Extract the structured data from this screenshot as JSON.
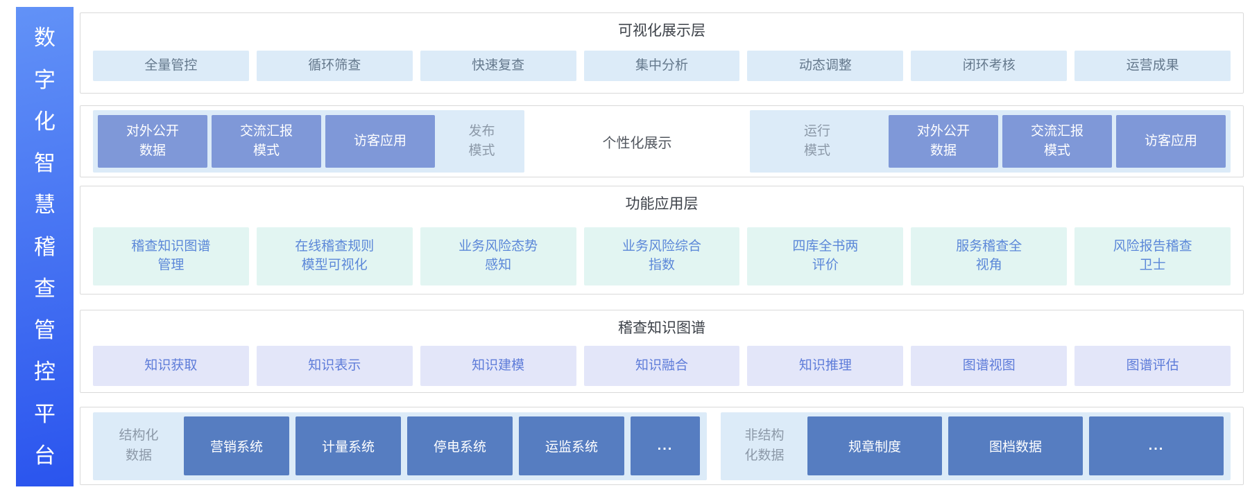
{
  "colors": {
    "sidebar_grad_start": "#6292f7",
    "sidebar_grad_end": "#2a54ee",
    "card_border": "#d9d9d9",
    "panel_blue": "#dcebf8",
    "chip_azure_bg": "#dcebf8",
    "chip_azure_text": "#64788c",
    "chip_mint_bg": "#e2f5f2",
    "chip_mint_text": "#5b87d8",
    "chip_lavender_bg": "#e3e6f9",
    "chip_lavender_text": "#5e7cd9",
    "mode_box_bg": "#7f98d8",
    "data_box_bg": "#567dc1",
    "gray_label": "#8c99a8",
    "title_text": "#3d4249",
    "center_label_text": "#51565e"
  },
  "sidebar": {
    "title": "数字化智慧稽查管控平台"
  },
  "visualization_layer": {
    "title": "可视化展示层",
    "items": [
      "全量管控",
      "循环筛查",
      "快速复查",
      "集中分析",
      "动态调整",
      "闭环考核",
      "运营成果"
    ]
  },
  "display_mode_layer": {
    "publish_group": {
      "boxes": [
        "对外公开\n数据",
        "交流汇报\n模式",
        "访客应用"
      ],
      "label": "发布\n模式"
    },
    "center_label": "个性化展示",
    "run_group": {
      "label": "运行\n模式",
      "boxes": [
        "对外公开\n数据",
        "交流汇报\n模式",
        "访客应用"
      ]
    }
  },
  "function_layer": {
    "title": "功能应用层",
    "items": [
      "稽查知识图谱\n管理",
      "在线稽查规则\n模型可视化",
      "业务风险态势\n感知",
      "业务风险综合\n指数",
      "四库全书两\n评价",
      "服务稽查全\n视角",
      "风险报告稽查\n卫士"
    ]
  },
  "knowledge_graph_layer": {
    "title": "稽查知识图谱",
    "items": [
      "知识获取",
      "知识表示",
      "知识建模",
      "知识融合",
      "知识推理",
      "图谱视图",
      "图谱评估"
    ]
  },
  "data_layer": {
    "structured": {
      "label": "结构化\n数据",
      "boxes": [
        "营销系统",
        "计量系统",
        "停电系统",
        "运监系统"
      ],
      "more": "..."
    },
    "unstructured": {
      "label": "非结构\n化数据",
      "boxes": [
        "规章制度",
        "图档数据"
      ],
      "more": "..."
    }
  }
}
